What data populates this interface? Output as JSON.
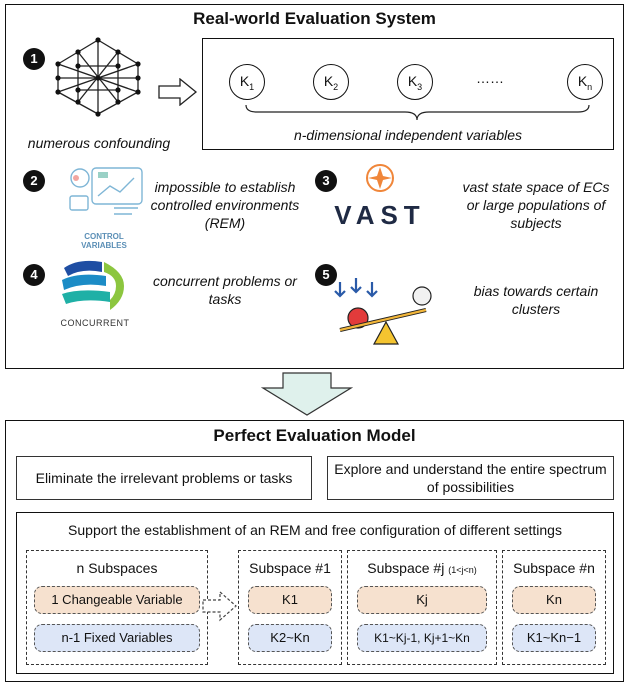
{
  "top": {
    "title": "Real-world Evaluation System",
    "items": [
      {
        "num": "1",
        "text": "numerous confounding"
      },
      {
        "num": "2",
        "text": "impossible to establish controlled environments (REM)",
        "icon_label": "CONTROL VARIABLES"
      },
      {
        "num": "3",
        "text": "vast state space of ECs or large populations of subjects",
        "icon_label": "VAST"
      },
      {
        "num": "4",
        "text": "concurrent problems or tasks",
        "icon_label": "CONCURRENT"
      },
      {
        "num": "5",
        "text": "bias towards certain clusters"
      }
    ],
    "k_nodes": [
      "K1",
      "K2",
      "K3",
      "Kn"
    ],
    "dots": "……",
    "k_caption": "n-dimensional independent variables"
  },
  "bottom": {
    "title": "Perfect Evaluation Model",
    "box_left": "Eliminate the irrelevant problems or tasks",
    "box_right": "Explore and understand the entire spectrum of possibilities",
    "support_text": "Support the establishment of an REM and free configuration of different settings",
    "n_subspaces": {
      "title": "n Subspaces",
      "changeable": "1 Changeable Variable",
      "fixed": "n-1 Fixed Variables"
    },
    "subspaces": [
      {
        "title": "Subspace #1",
        "changeable": "K1",
        "fixed": "K2~Kn"
      },
      {
        "title": "Subspace #j",
        "title_sub": "(1<j<n)",
        "changeable": "Kj",
        "fixed": "K1~Kj-1, Kj+1~Kn"
      },
      {
        "title": "Subspace #n",
        "changeable": "Kn",
        "fixed": "K1~Kn−1"
      }
    ]
  },
  "colors": {
    "orange": "#f6e1cf",
    "blue": "#dde6f7",
    "arrow": "#dff1ec",
    "accent_orange": "#f0863a"
  }
}
